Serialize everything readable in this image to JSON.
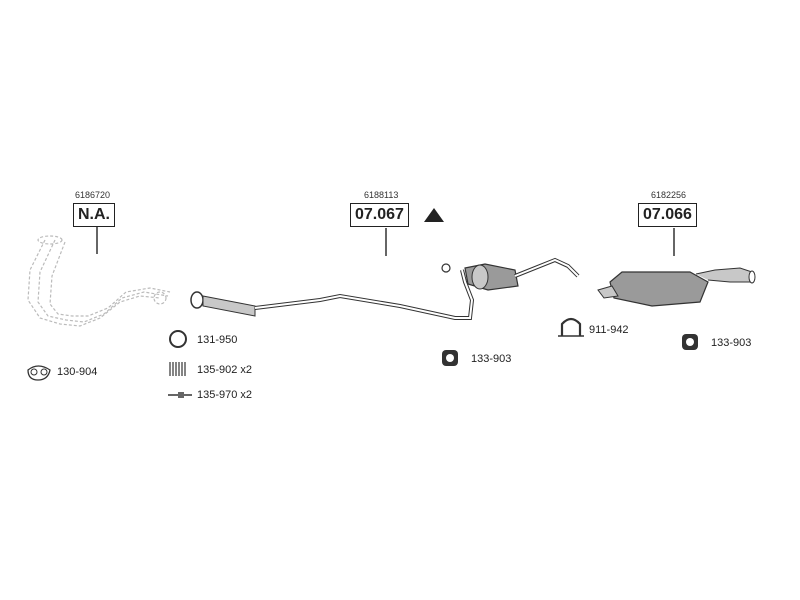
{
  "parts": [
    {
      "part_number": "6186720",
      "code": "N.A."
    },
    {
      "part_number": "6188113",
      "code": "07.067"
    },
    {
      "part_number": "6182256",
      "code": "07.066"
    }
  ],
  "accessories": {
    "gasket_130_904": "130-904",
    "ring_131_950": "131-950",
    "spring_135_902": "135-902 x2",
    "bolt_135_970": "135-970 x2",
    "hanger_133_903_mid": "133-903",
    "clamp_911_942": "911-942",
    "hanger_133_903_rear": "133-903"
  },
  "colors": {
    "line": "#333333",
    "fill": "#9a9a9a",
    "fill_light": "#c8c8c8"
  }
}
